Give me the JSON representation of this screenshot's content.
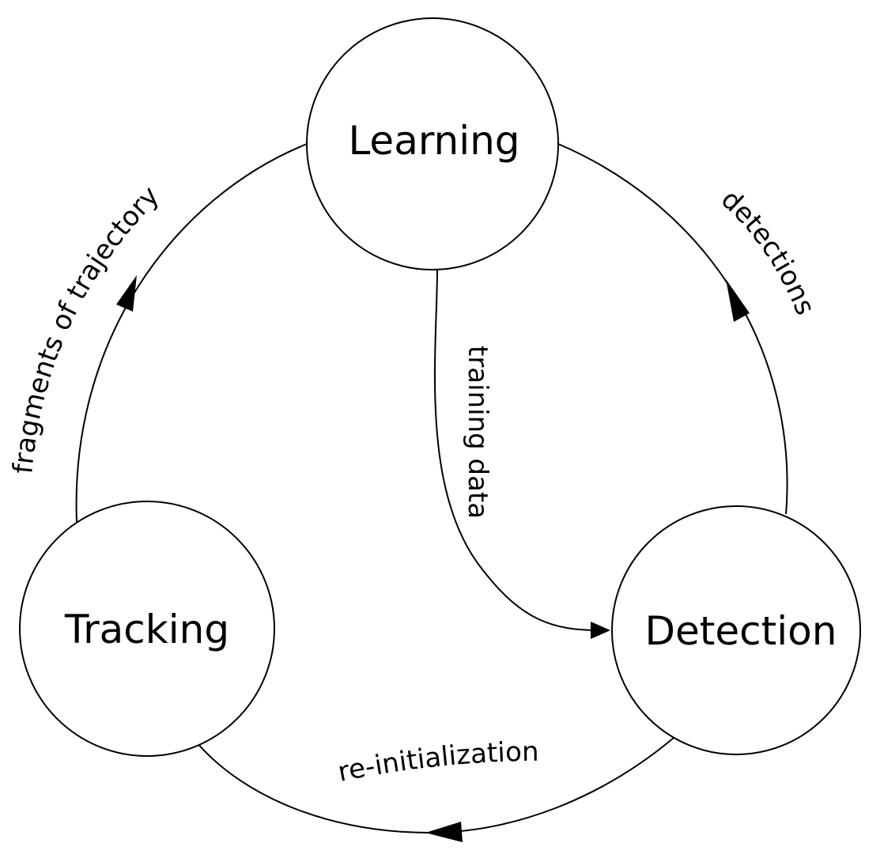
{
  "nodes": {
    "learning": "Learning",
    "tracking": "Tracking",
    "detection": "Detection"
  },
  "edges": {
    "fragments": "fragments of trajectory",
    "detections": "detections",
    "training": "training data",
    "reinit": "re-initialization"
  }
}
